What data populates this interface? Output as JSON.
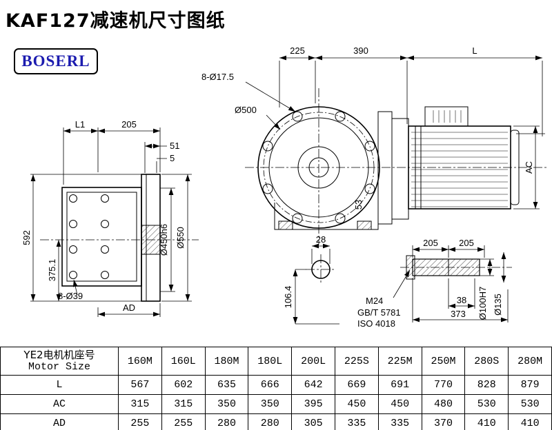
{
  "page": {
    "title": "KAF127减速机尺寸图纸",
    "logo": "BOSERL"
  },
  "colors": {
    "logo": "#1b1baf",
    "ink": "#000000"
  },
  "drawing": {
    "front_view": {
      "dim_225": "225",
      "dim_390": "390",
      "dim_L": "L",
      "bolt_holes": "8-Ø17.5",
      "bolt_circle": "Ø500",
      "dim_AC": "AC",
      "dim_53": "53"
    },
    "side_view": {
      "dim_L1": "L1",
      "dim_205": "205",
      "dim_51": "51",
      "dim_5": "5",
      "dim_592": "592",
      "dim_375": "375.1",
      "dim_450": "Ø450h6",
      "dim_550": "Ø550",
      "bolt_holes": "8-Ø39",
      "dim_AD": "AD"
    },
    "shaft_end_view": {
      "dim_28": "28",
      "dim_106": "106.4"
    },
    "shaft_detail": {
      "dim_205a": "205",
      "dim_205b": "205",
      "dim_38": "38",
      "dim_373": "373",
      "thread": "M24",
      "standard_gb": "GB/T 5781",
      "standard_iso": "ISO 4018",
      "bore": "Ø100H7",
      "hub_od": "Ø135"
    }
  },
  "table": {
    "header": {
      "line1": "YE2电机机座号",
      "line2": "Motor Size"
    },
    "columns": [
      "160M",
      "160L",
      "180M",
      "180L",
      "200L",
      "225S",
      "225M",
      "250M",
      "280S",
      "280M"
    ],
    "rows": [
      {
        "label": "L",
        "values": [
          "567",
          "602",
          "635",
          "666",
          "642",
          "669",
          "691",
          "770",
          "828",
          "879"
        ]
      },
      {
        "label": "AC",
        "values": [
          "315",
          "315",
          "350",
          "350",
          "395",
          "450",
          "450",
          "480",
          "530",
          "530"
        ]
      },
      {
        "label": "AD",
        "values": [
          "255",
          "255",
          "280",
          "280",
          "305",
          "335",
          "335",
          "370",
          "410",
          "410"
        ]
      }
    ]
  }
}
